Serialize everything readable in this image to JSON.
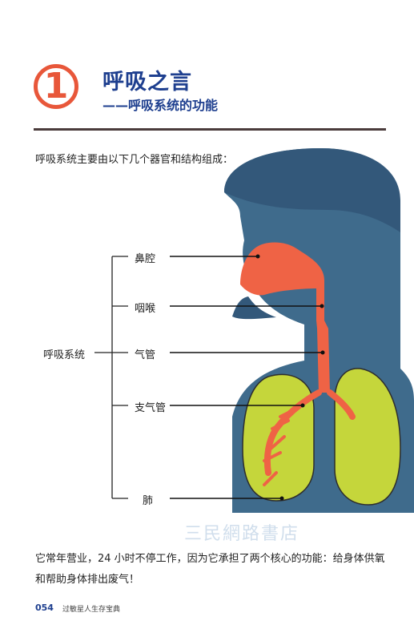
{
  "header": {
    "number": "1",
    "title": "呼吸之言",
    "subtitle": "——呼吸系统的功能"
  },
  "intro": "呼吸系统主要由以下几个器官和结构组成：",
  "diagram": {
    "group_label": "呼吸系统",
    "parts": [
      "鼻腔",
      "咽喉",
      "气管",
      "支气管",
      "肺"
    ]
  },
  "watermark": "三民網路書店",
  "body_text": "它常年营业，24 小时不停工作，因为它承担了两个核心的功能：给身体供氧和帮助身体排出废气！",
  "footer": {
    "page_number": "054",
    "book_title": "过敏星人生存宝典"
  },
  "colors": {
    "accent": "#e8573a",
    "title_blue": "#1e3f8f",
    "body_blue": "#3f6b8c",
    "lung_green": "#c5d63b",
    "airway_orange": "#ef6345"
  }
}
